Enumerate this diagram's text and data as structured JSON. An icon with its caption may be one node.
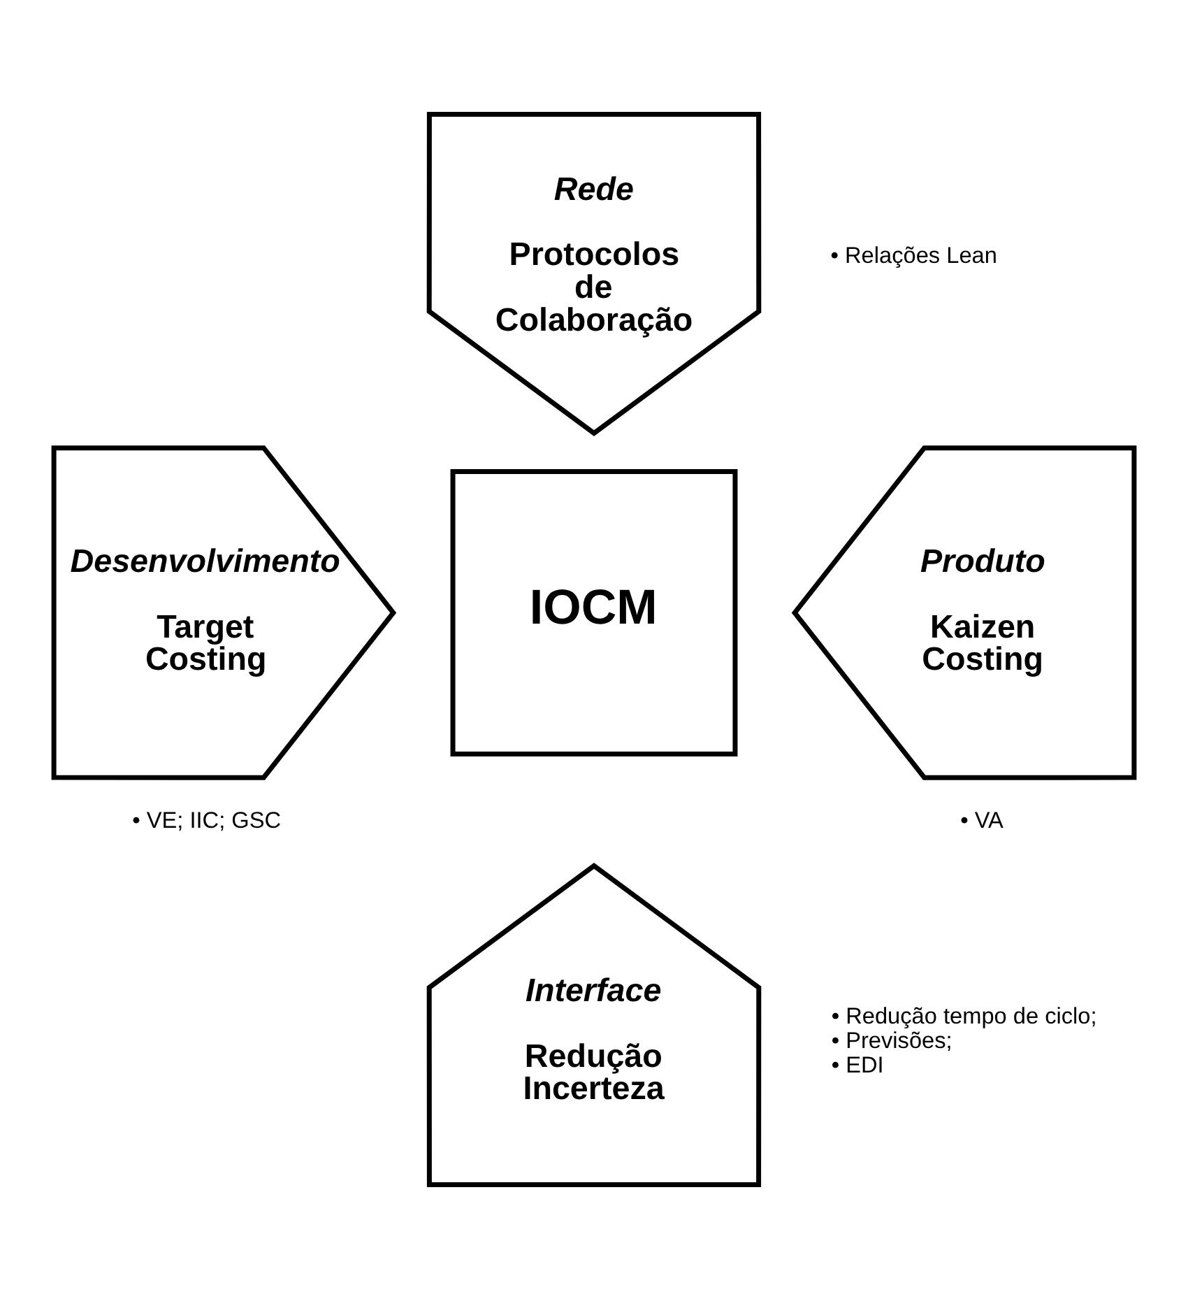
{
  "diagram": {
    "nodes": [
      {
        "text": [
          "Rede",
          "Protocolos de Colaboração"
        ],
        "beside": [
          "• Relações Lean"
        ]
      },
      {
        "text": [
          "Desenvolvimento",
          "Target Costing"
        ],
        "beside": [
          "• VE; IIC; GSC"
        ]
      },
      {
        "text": [
          "IOCM"
        ]
      },
      {
        "text": [
          "Produto",
          "Kaizen Costing"
        ],
        "beside": [
          "• VA"
        ]
      },
      {
        "text": [
          "Interface",
          "Redução Incerteza"
        ],
        "beside": [
          "• Redução tempo de ciclo;",
          "• Previsões;",
          "• EDI"
        ]
      }
    ],
    "edges": []
  }
}
